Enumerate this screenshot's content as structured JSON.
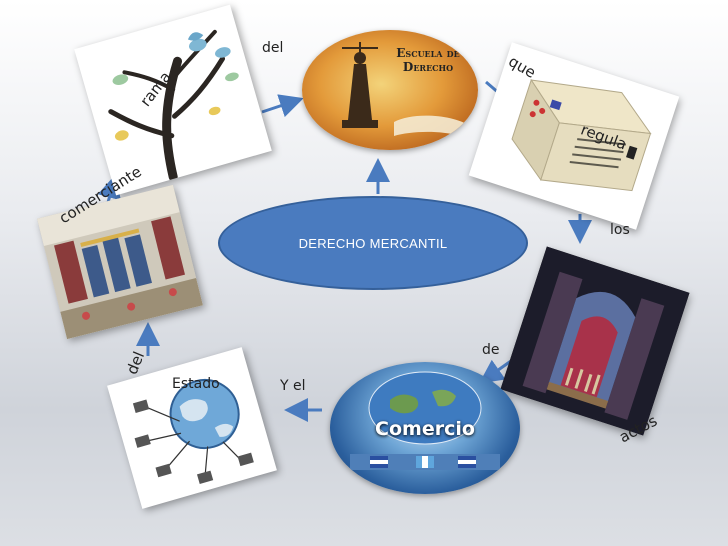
{
  "center_label": "DERECHO MERCANTIL",
  "connectors": {
    "del_top": "del",
    "que": "que",
    "regula": "regula",
    "los": "los",
    "actos": "actos",
    "de": "de",
    "y_el": "Y el",
    "estado": "Estado",
    "del_left": "del",
    "comerciante": "comerciante",
    "rama": "rama"
  },
  "images": {
    "escuela_line1": "Escuela de",
    "escuela_line2": "Derecho",
    "comercio": "Comercio"
  },
  "colors": {
    "oval_fill": "#4a7bbf",
    "arrow": "#4a7bbf"
  },
  "icons": [
    "tree-branch-icon",
    "justice-statue-icon",
    "electric-box-icon",
    "theater-stage-icon",
    "globe-icon",
    "network-globe-icon",
    "store-icon"
  ]
}
